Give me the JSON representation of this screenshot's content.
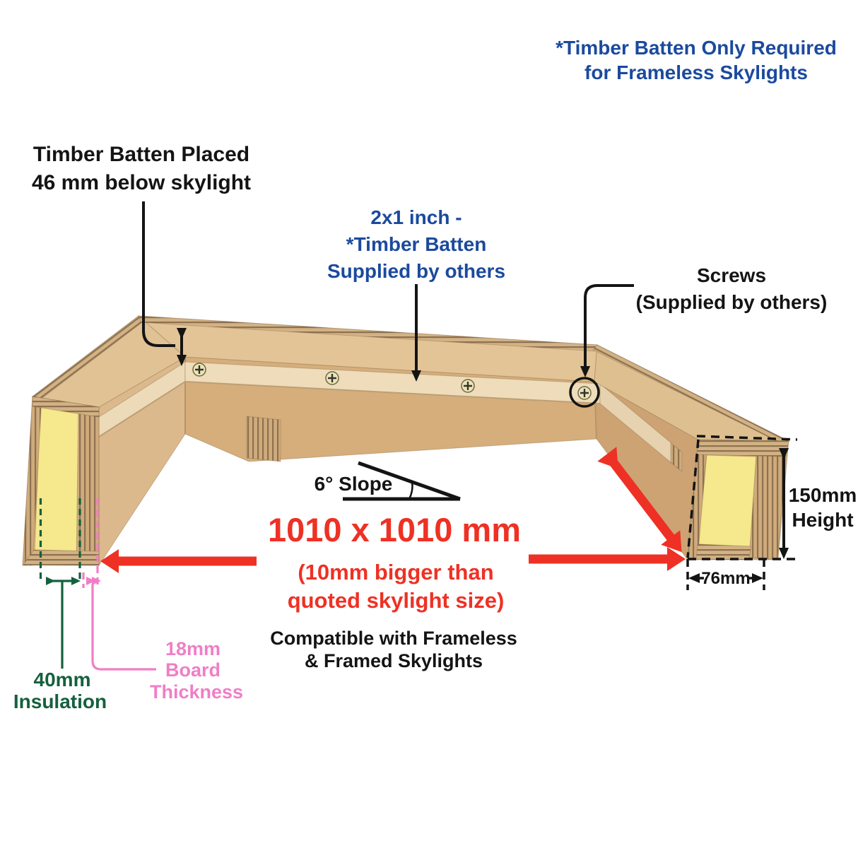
{
  "title": "Timber upstand / kerb installation diagram for skylight",
  "notes": {
    "frameless_only_1": "*Timber Batten Only Required",
    "frameless_only_2": "for Frameless Skylights",
    "batten_placed_1": "Timber Batten Placed",
    "batten_placed_2": "46 mm below skylight",
    "timber_batten_1": "2x1 inch -",
    "timber_batten_2": "*Timber Batten",
    "timber_batten_3": "Supplied by others",
    "screws_1": "Screws",
    "screws_2": "(Supplied by others)",
    "slope": "6°  Slope",
    "size_main": "1010 x 1010 mm",
    "size_sub_1": "(10mm bigger than",
    "size_sub_2": "quoted skylight size)",
    "compat_1": "Compatible with Frameless",
    "compat_2": "& Framed Skylights",
    "insulation_1": "40mm",
    "insulation_2": "Insulation",
    "board_1": "18mm",
    "board_2": "Board",
    "board_3": "Thickness",
    "height_1": "150mm",
    "height_2": "Height",
    "width": "76mm"
  },
  "dimensions": {
    "opening": "1010 x 1010 mm",
    "kerb_height": "150mm",
    "kerb_width": "76mm",
    "insulation": "40mm",
    "board_thickness": "18mm",
    "batten_drop": "46 mm",
    "batten_size": "2x1 inch",
    "roof_slope": "6°"
  },
  "screws_count": 4,
  "colors": {
    "blue_text": "#1b4a9e",
    "black_text": "#141414",
    "red_accent": "#ee3124",
    "green_accent": "#15603e",
    "pink_accent": "#f07ec6",
    "wood_top": "#e2c396",
    "wood_inner": "#d5ae7c",
    "wood_inner_dark": "#cda374",
    "wood_inner_left": "#dcb98c",
    "wood_section": "#d8b687",
    "ply_base": "#cfab7c",
    "ply_line": "#8d7150",
    "batten": "#ecdab8",
    "insulation_yellow": "#f5e88d",
    "background": "#ffffff"
  }
}
